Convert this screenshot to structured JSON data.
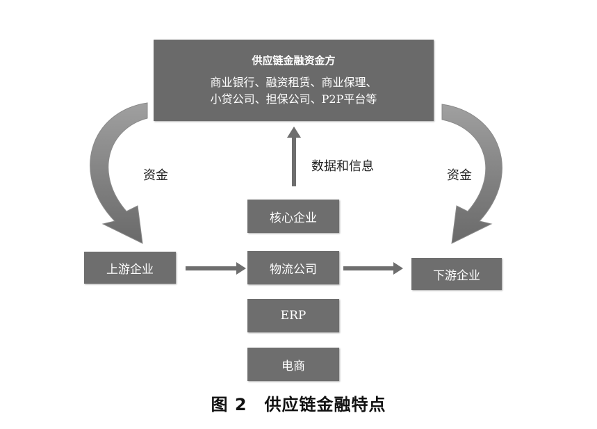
{
  "funder": {
    "title": "供应链金融资金方",
    "line1": "商业银行、融资租赁、商业保理、",
    "line2": "小贷公司、担保公司、P2P平台等"
  },
  "labels": {
    "funds_left": "资金",
    "funds_right": "资金",
    "data_info": "数据和信息"
  },
  "nodes": {
    "upstream": "上游企业",
    "downstream": "下游企业",
    "core": "核心企业",
    "logistics": "物流公司",
    "erp": "ERP",
    "ecommerce": "电商"
  },
  "caption": "图 2　供应链金融特点"
}
